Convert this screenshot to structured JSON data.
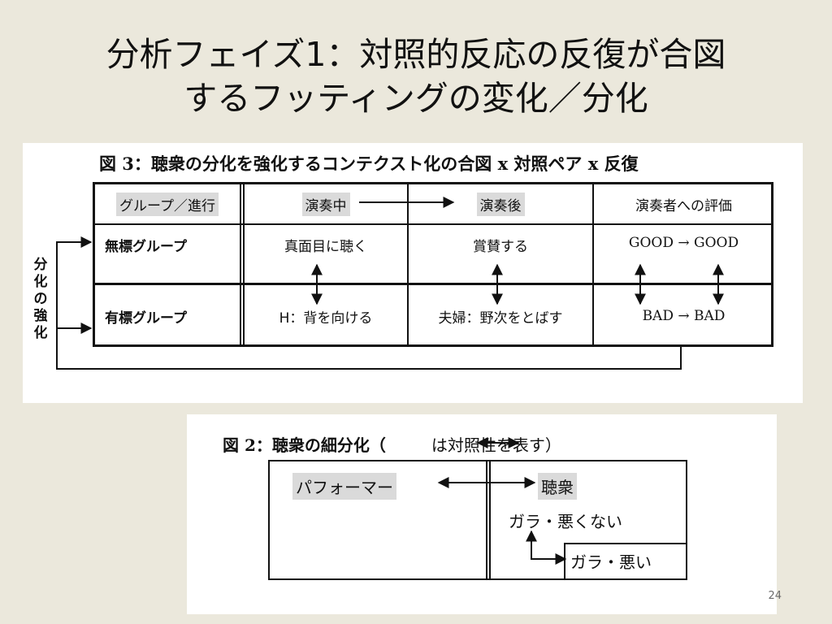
{
  "slide": {
    "title_line1": "分析フェイズ1：対照的反応の反復が合図",
    "title_line2": "するフッティングの変化／分化",
    "page_number": "24"
  },
  "fig3": {
    "caption": "図 3：聴衆の分化を強化するコンテクスト化の合図 x 対照ペア x 反復",
    "headers": [
      "グループ／進行",
      "演奏中",
      "演奏後",
      "演奏者への評価"
    ],
    "rows": [
      {
        "label": "無標グループ",
        "during": "真面目に聴く",
        "after": "賞賛する",
        "eval": "GOOD → GOOD"
      },
      {
        "label": "有標グループ",
        "during": "H：背を向ける",
        "after": "夫婦：野次をとばす",
        "eval": "BAD → BAD"
      }
    ],
    "side_label": "分化の強化"
  },
  "fig2": {
    "caption": "図 2：聴衆の細分化（",
    "caption_tail": "は対照性を表す）",
    "performer": "パフォーマー",
    "audience": "聴衆",
    "not_bad": "ガラ・悪くない",
    "bad": "ガラ・悪い"
  }
}
